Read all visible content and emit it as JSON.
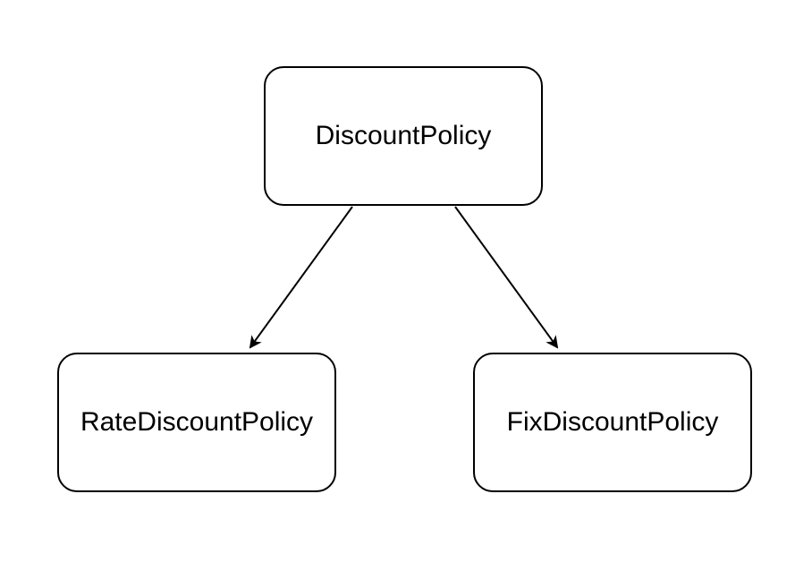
{
  "diagram": {
    "nodes": {
      "parent": {
        "label": "DiscountPolicy"
      },
      "left_child": {
        "label": "RateDiscountPolicy"
      },
      "right_child": {
        "label": "FixDiscountPolicy"
      }
    },
    "edges": [
      {
        "from": "DiscountPolicy",
        "to": "RateDiscountPolicy"
      },
      {
        "from": "DiscountPolicy",
        "to": "FixDiscountPolicy"
      }
    ],
    "colors": {
      "stroke": "#000000",
      "fill": "#ffffff",
      "text": "#000000"
    }
  }
}
